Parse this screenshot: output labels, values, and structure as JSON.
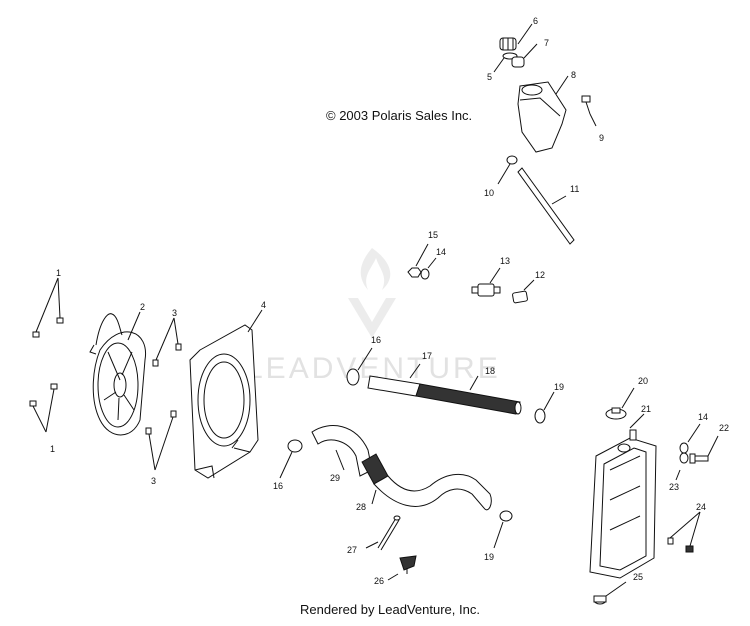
{
  "copyright": "© 2003 Polaris Sales Inc.",
  "footer": "Rendered by LeadVenture, Inc.",
  "watermark": "LEADVENTURE",
  "callouts": [
    "1",
    "1",
    "2",
    "3",
    "3",
    "4",
    "5",
    "6",
    "7",
    "8",
    "9",
    "10",
    "11",
    "12",
    "13",
    "14",
    "14",
    "15",
    "16",
    "16",
    "17",
    "18",
    "19",
    "19",
    "20",
    "21",
    "22",
    "23",
    "24",
    "25",
    "26",
    "27",
    "28",
    "29"
  ],
  "colors": {
    "line": "#111111",
    "watermark": "#e2e2e2",
    "background": "#ffffff"
  }
}
